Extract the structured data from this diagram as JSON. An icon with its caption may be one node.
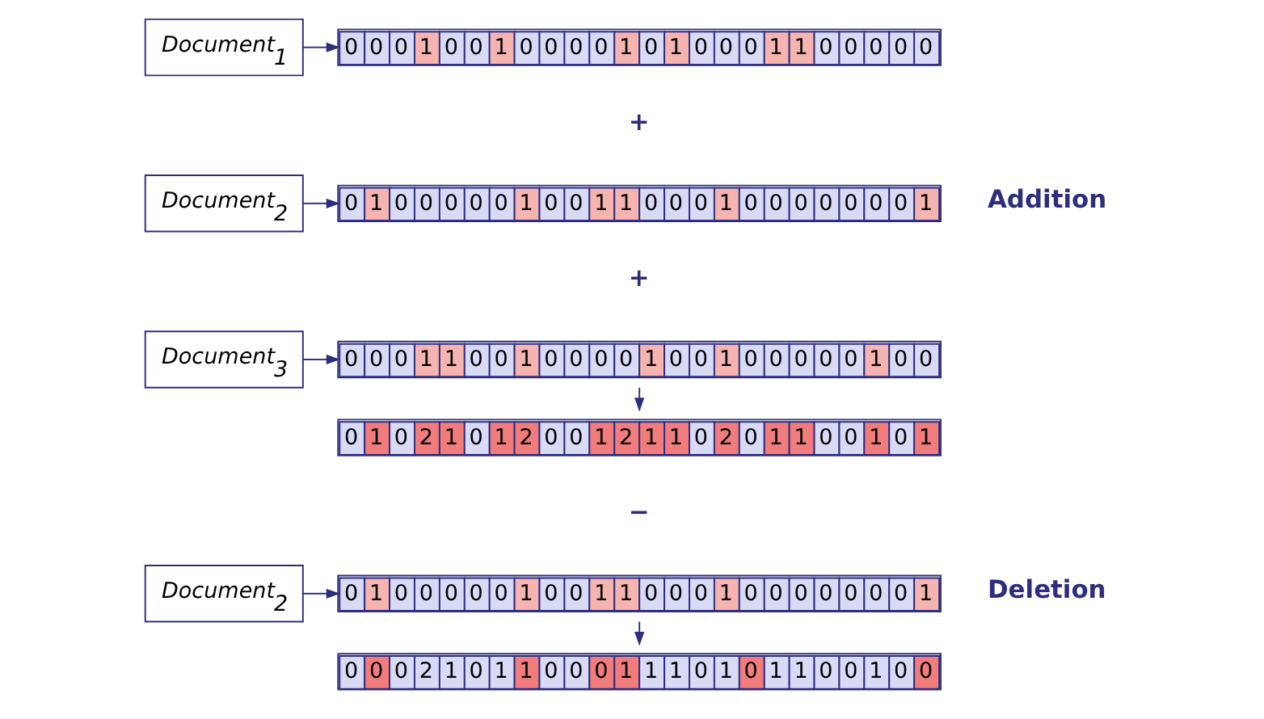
{
  "diagram": {
    "nodes": [
      {
        "text": [
          "Document$_{1}$"
        ]
      },
      {
        "text": [
          "0",
          "0",
          "0",
          "1",
          "0",
          "0",
          "1",
          "0",
          "0",
          "0",
          "0",
          "1",
          "0",
          "1",
          "0",
          "0",
          "0",
          "1",
          "1",
          "0",
          "0",
          "0",
          "0",
          "0"
        ]
      },
      {
        "text": [
          "Document$_{2}$"
        ]
      },
      {
        "text": [
          "0",
          "1",
          "0",
          "0",
          "0",
          "0",
          "0",
          "1",
          "0",
          "0",
          "1",
          "1",
          "0",
          "0",
          "0",
          "1",
          "0",
          "0",
          "0",
          "0",
          "0",
          "0",
          "0",
          "1"
        ]
      },
      {
        "text": [
          "Document$_{3}$"
        ]
      },
      {
        "text": [
          "0",
          "0",
          "0",
          "1",
          "1",
          "0",
          "0",
          "1",
          "0",
          "0",
          "0",
          "0",
          "1",
          "0",
          "0",
          "1",
          "0",
          "0",
          "0",
          "0",
          "0",
          "1",
          "0",
          "0"
        ]
      },
      {
        "text": [
          "0",
          "1",
          "0",
          "2",
          "1",
          "0",
          "1",
          "2",
          "0",
          "0",
          "1",
          "2",
          "1",
          "1",
          "0",
          "2",
          "0",
          "1",
          "1",
          "0",
          "0",
          "1",
          "0",
          "1"
        ]
      },
      {
        "text": [
          "Document$_{2}$"
        ]
      },
      {
        "text": [
          "0",
          "1",
          "0",
          "0",
          "0",
          "0",
          "0",
          "1",
          "0",
          "0",
          "1",
          "1",
          "0",
          "0",
          "0",
          "1",
          "0",
          "0",
          "0",
          "0",
          "0",
          "0",
          "0",
          "1"
        ]
      },
      {
        "text": [
          "0",
          "0",
          "0",
          "2",
          "1",
          "0",
          "1",
          "1",
          "0",
          "0",
          "0",
          "1",
          "1",
          "1",
          "0",
          "1",
          "0",
          "1",
          "1",
          "0",
          "0",
          "1",
          "0",
          "0"
        ]
      }
    ],
    "edges": [
      {
        "from": 0,
        "to": 1,
        "arrow": "to"
      },
      {
        "from": 2,
        "to": 3,
        "arrow": "to"
      },
      {
        "from": 4,
        "to": 5,
        "arrow": "to"
      },
      {
        "from": 5,
        "to": 6,
        "arrow": "to"
      },
      {
        "from": 7,
        "to": 8,
        "arrow": "to"
      },
      {
        "from": 8,
        "to": 9,
        "arrow": "to"
      }
    ],
    "labels": [
      "+",
      "Addition",
      "+",
      "−",
      "Deletion"
    ]
  }
}
